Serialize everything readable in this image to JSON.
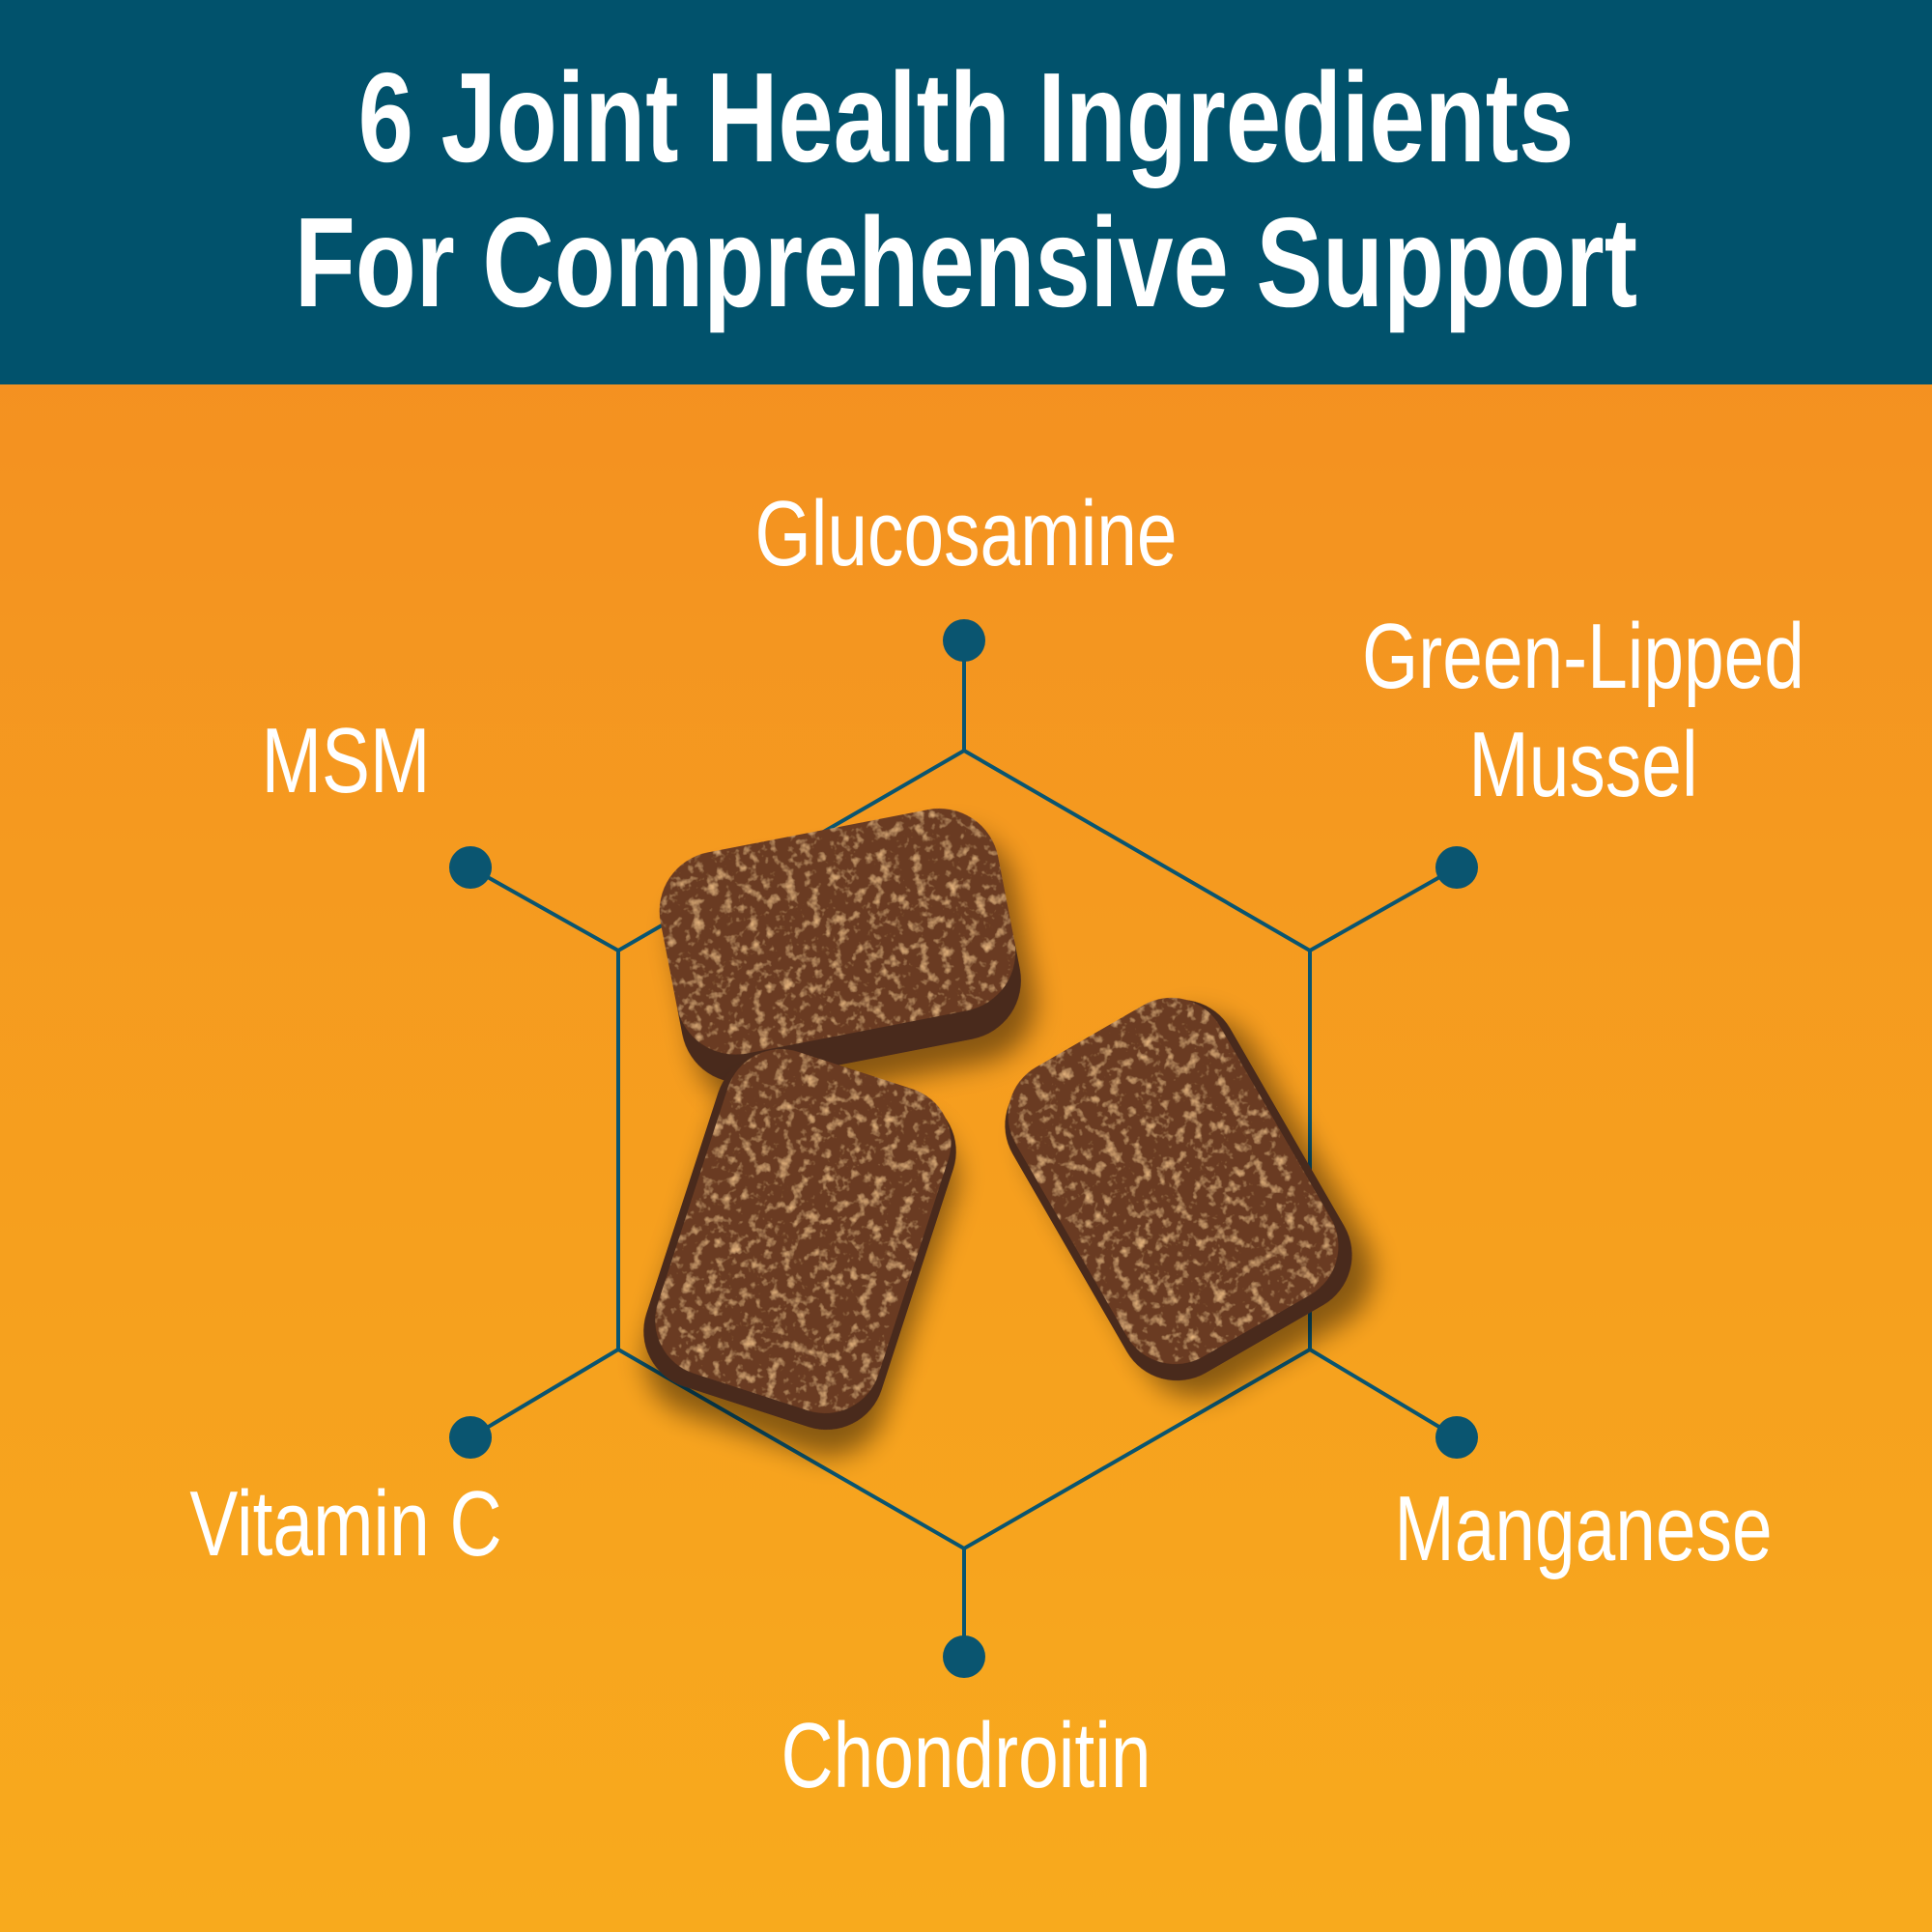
{
  "header": {
    "title_line1": "6 Joint Health Ingredients",
    "title_line2": "For Comprehensive Support"
  },
  "ingredients": {
    "glucosamine": "Glucosamine",
    "green_lipped_line1": "Green-Lipped",
    "green_lipped_line2": "Mussel",
    "msm": "MSM",
    "vitamin_c": "Vitamin C",
    "manganese": "Manganese",
    "chondroitin": "Chondroitin"
  },
  "colors": {
    "header_bg": "#01526c",
    "connector": "#0a5570",
    "gradient_top": "#f38a22",
    "gradient_bottom": "#f8aa1d",
    "chew_dark": "#5e3520",
    "chew_light": "#9a5a30",
    "text": "#ffffff"
  },
  "icons": {
    "product": "soft-chew-icon",
    "node": "node-dot-icon"
  }
}
